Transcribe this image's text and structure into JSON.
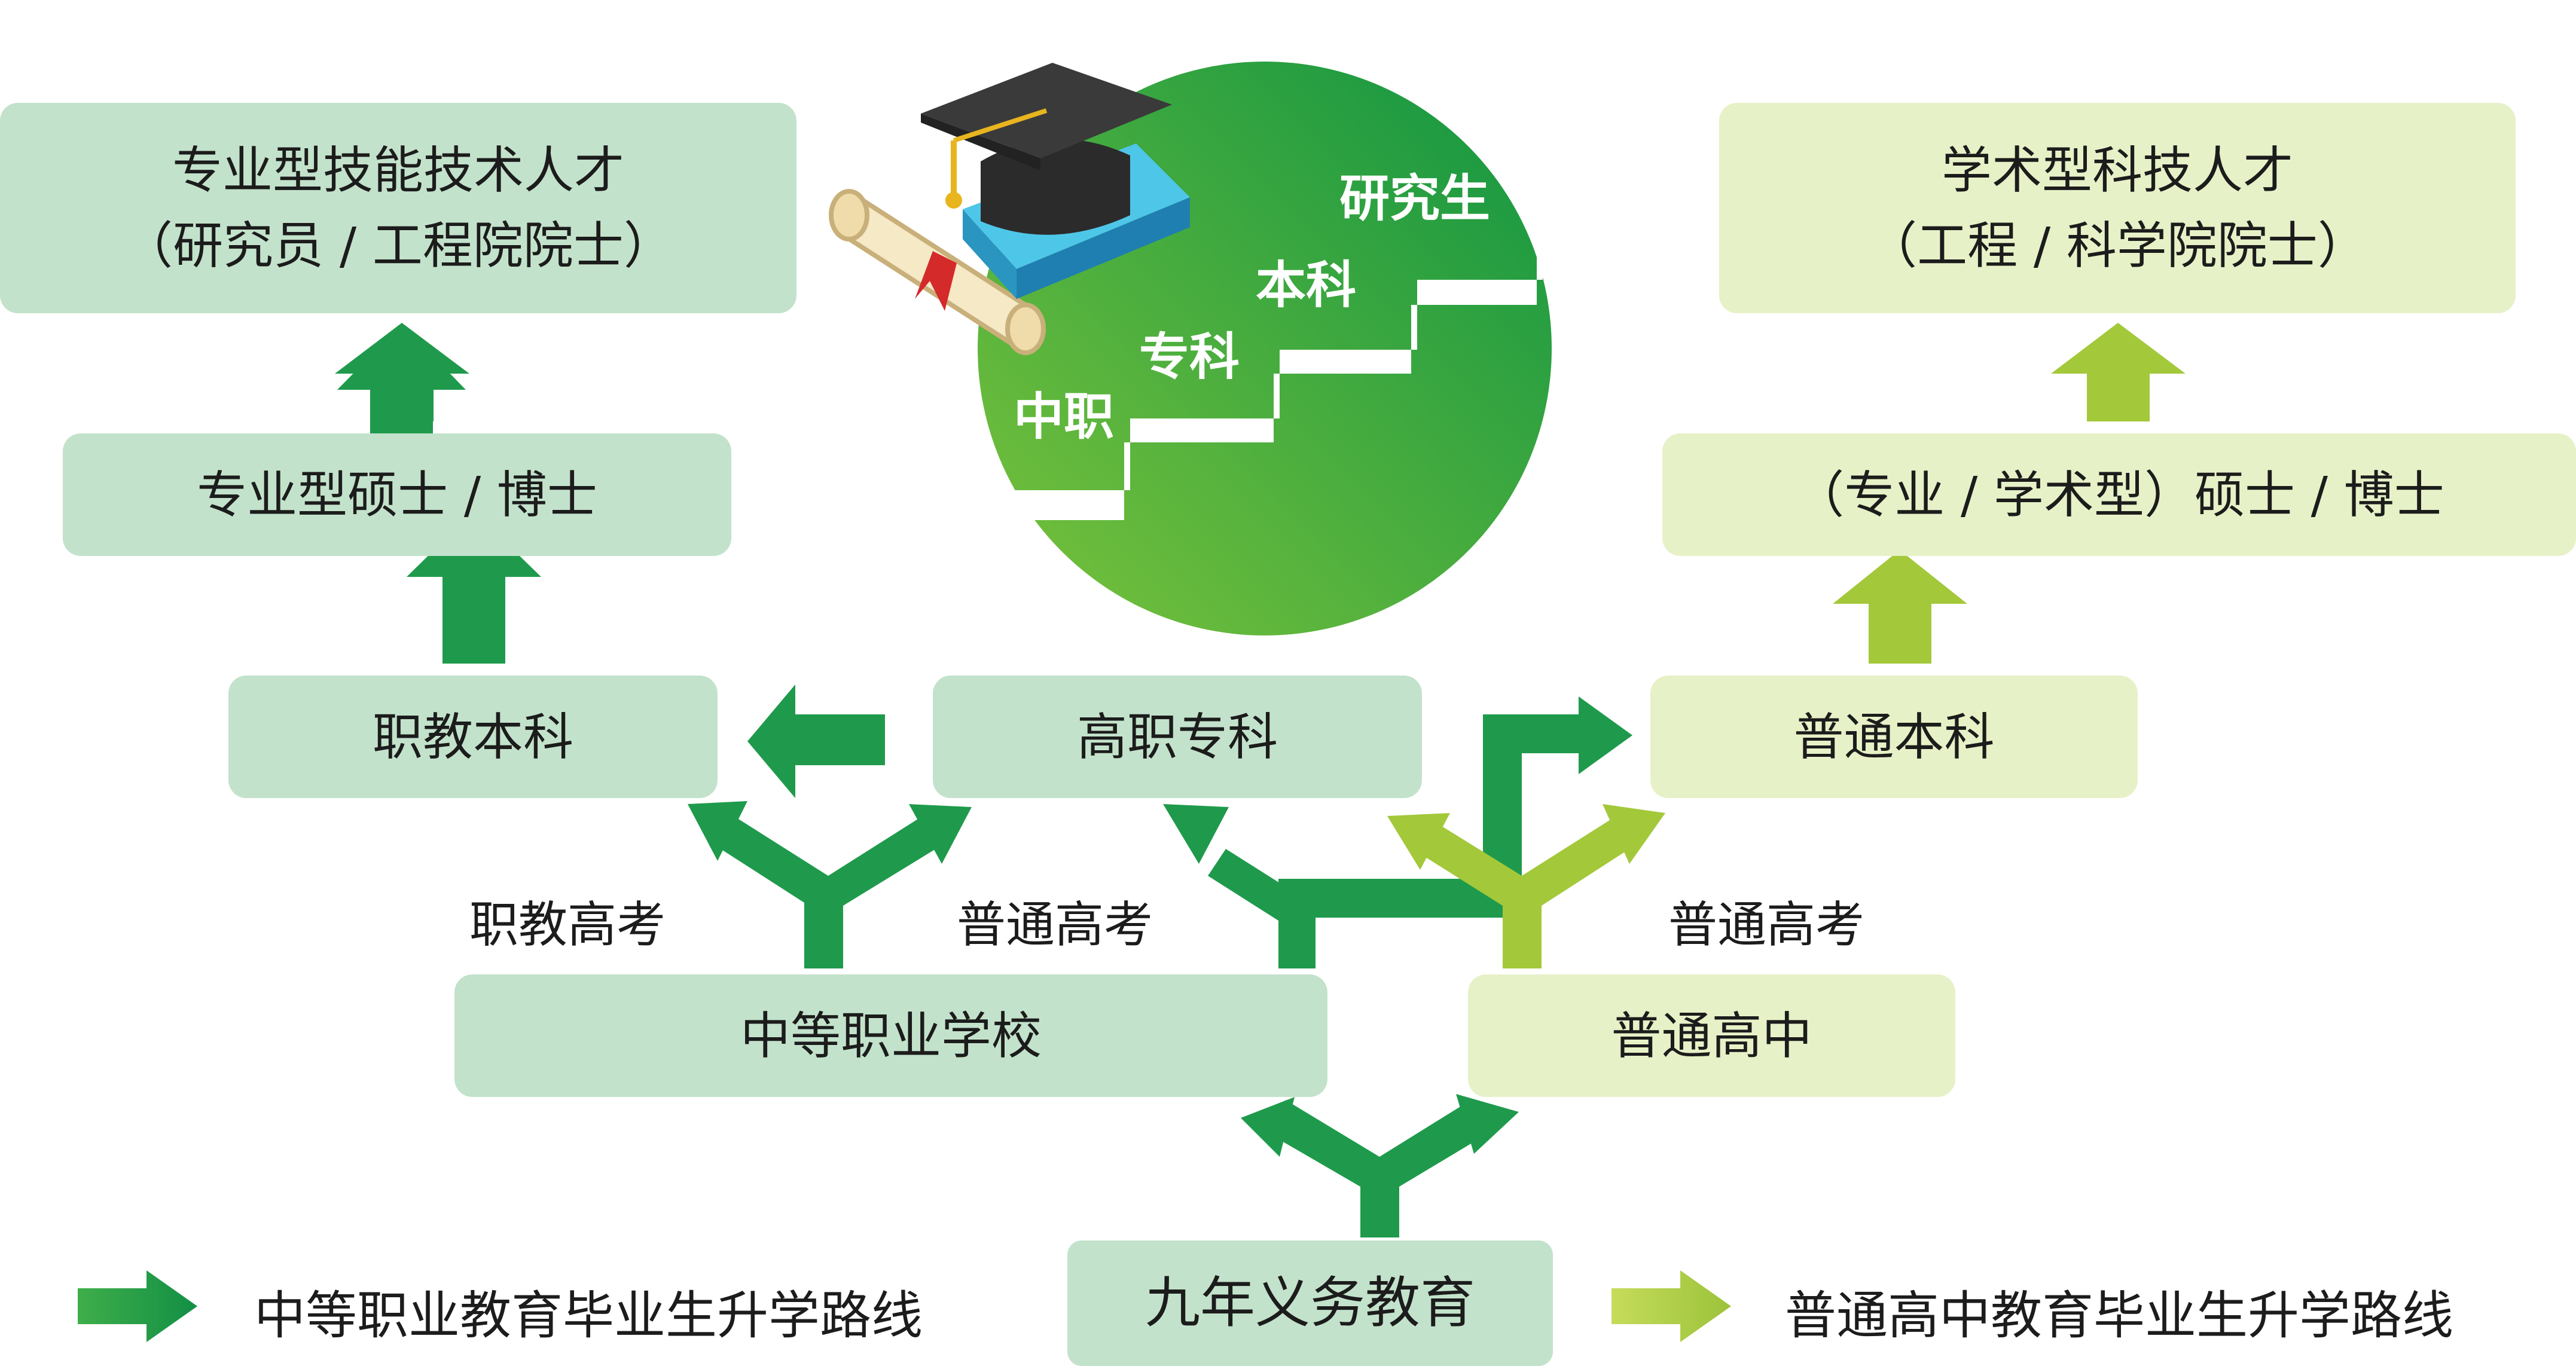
{
  "colors": {
    "dark_green": "#1f9a4c",
    "light_green": "#a3c83a",
    "box_dark": "#c3e2cb",
    "box_light": "#e6f1c7"
  },
  "vocational": {
    "talent_line1": "专业型技能技术人才",
    "talent_line2": "（研究员 / 工程院院士）",
    "master_phd": "专业型硕士 / 博士",
    "bachelor": "职教本科",
    "higher_vocational": "高职专科",
    "secondary_school": "中等职业学校"
  },
  "academic": {
    "talent_line1": "学术型科技人才",
    "talent_line2": "（工程 / 科学院院士）",
    "master_phd": "（专业 / 学术型）硕士 / 博士",
    "bachelor": "普通本科",
    "high_school": "普通高中"
  },
  "exams": {
    "vocational_exam": "职教高考",
    "general_exam_left": "普通高考",
    "general_exam_right": "普通高考"
  },
  "base": "九年义务教育",
  "stairs": {
    "step1": "中职",
    "step2": "专科",
    "step3": "本科",
    "step4": "研究生"
  },
  "legend": {
    "vocational_route": "中等职业教育毕业生升学路线",
    "general_route": "普通高中教育毕业生升学路线"
  },
  "icons": [
    "graduation-cap-icon",
    "diploma-scroll-icon",
    "book-icon",
    "arrow-icon"
  ]
}
